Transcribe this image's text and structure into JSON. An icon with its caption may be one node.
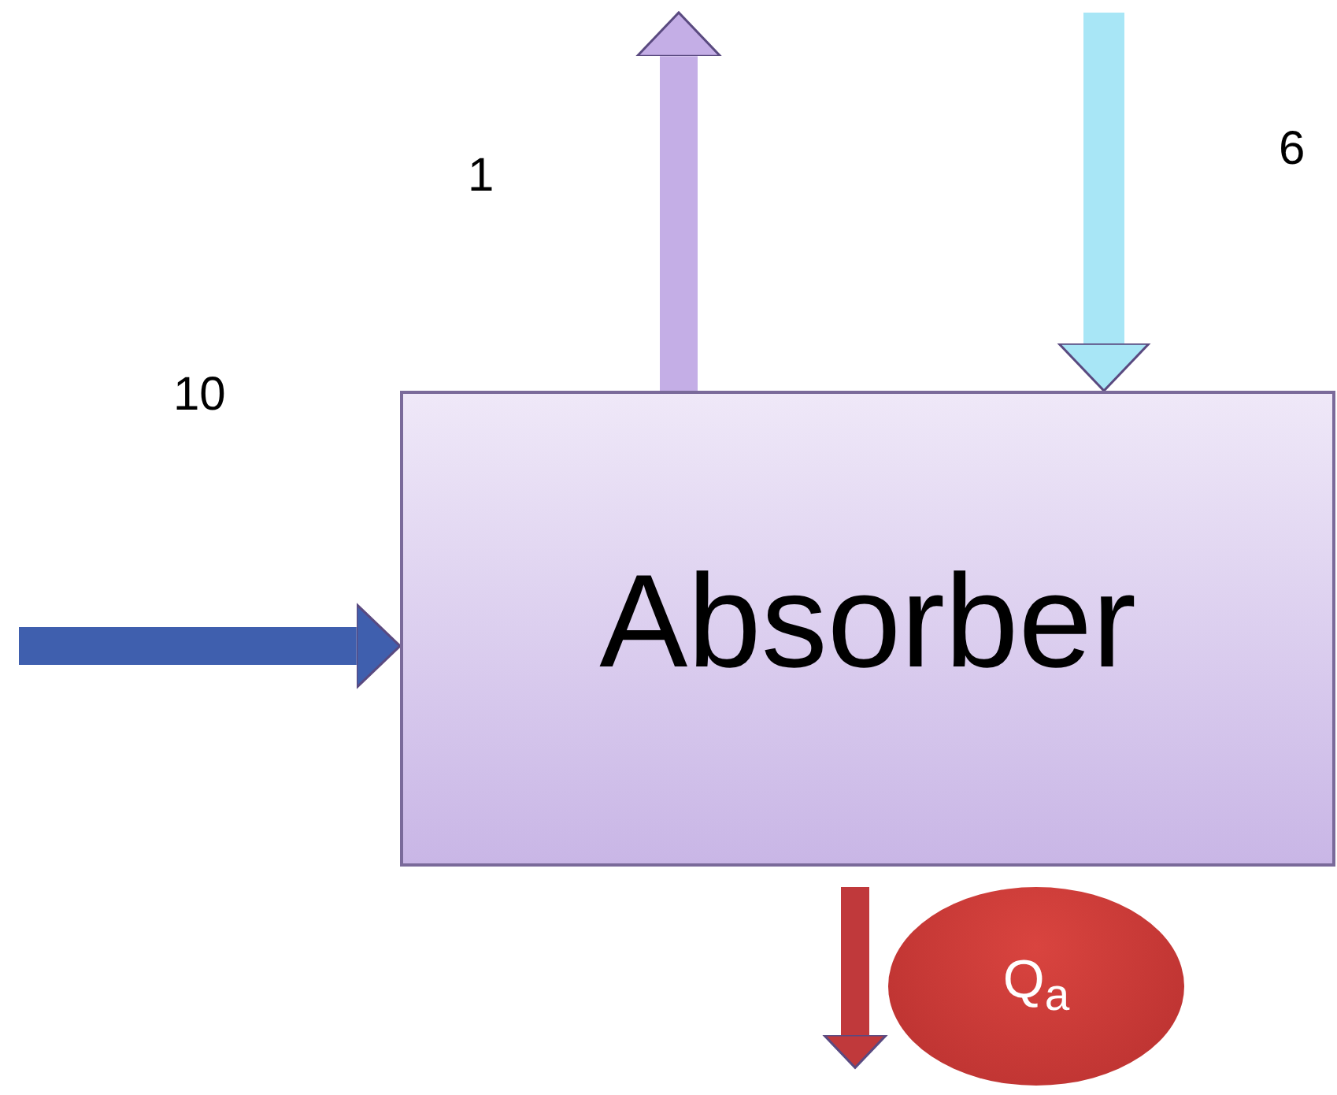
{
  "diagram": {
    "nodes": [
      {
        "text": [
          "Absorber"
        ]
      },
      {
        "text": [
          "Q$_{a}$"
        ]
      }
    ],
    "edges": [
      {
        "from": null,
        "to": 0,
        "arrow": "to",
        "color": "#3f5fae"
      },
      {
        "from": 0,
        "to": null,
        "arrow": "to",
        "color": "#c4aee6"
      },
      {
        "from": null,
        "to": 0,
        "arrow": "to",
        "color": "#a8e6f6"
      },
      {
        "from": 0,
        "to": 1,
        "arrow": "to",
        "color": "#c0393b"
      }
    ],
    "labels": [
      "1",
      "6",
      "10"
    ]
  }
}
